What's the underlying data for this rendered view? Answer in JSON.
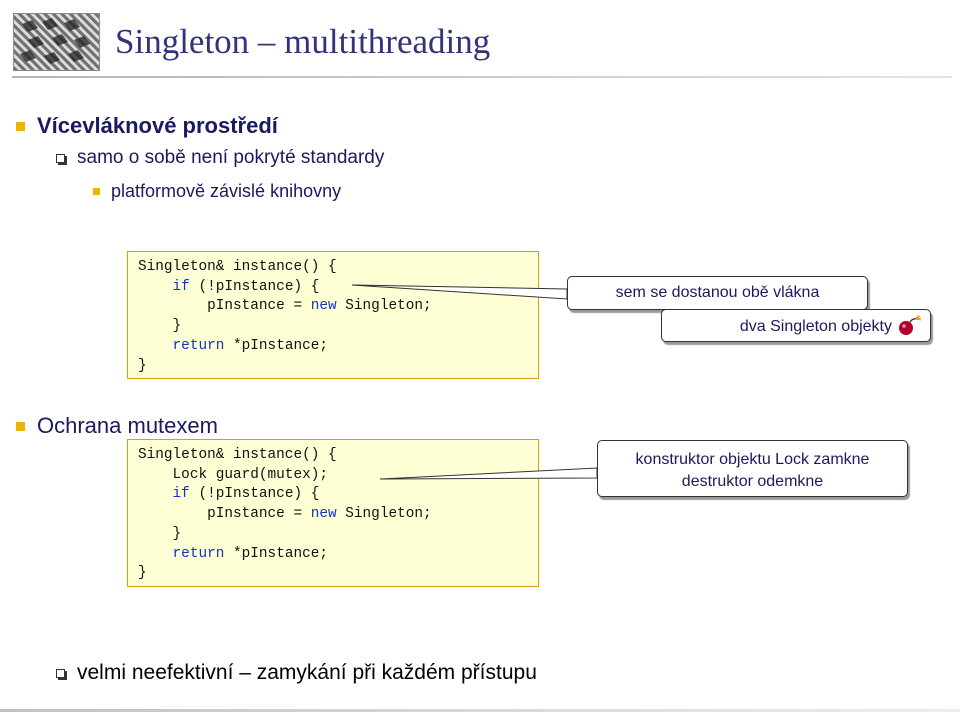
{
  "header": {
    "title": "Singleton – multithreading",
    "logo_icon": "puzzle-logo-icon"
  },
  "section1": {
    "heading": "Vícevláknové prostředí",
    "sub_item": "samo o sobě není pokryté standardy",
    "sub_sub_item": "platformově závislé knihovny"
  },
  "code1": {
    "lines": [
      "Singleton& instance() {",
      "    if (!pInstance) {",
      "        pInstance = new Singleton;",
      "    }",
      "    return *pInstance;",
      "}"
    ]
  },
  "callout1": {
    "line1": "sem se dostanou obě vlákna",
    "line2": "dva Singleton objekty",
    "icon": "bomb-icon"
  },
  "section2": {
    "heading": "Ochrana mutexem"
  },
  "code2": {
    "lines": [
      "Singleton& instance() {",
      "    Lock guard(mutex);",
      "    if (!pInstance) {",
      "        pInstance = new Singleton;",
      "    }",
      "    return *pInstance;",
      "}"
    ]
  },
  "callout2": {
    "line1": "konstruktor objektu Lock zamkne",
    "line2": "destruktor odemkne"
  },
  "footer_note": "velmi neefektivní – zamykání při každém přístupu",
  "colors": {
    "title": "#33337a",
    "text": "#1a1a60",
    "bullet": "#f0b400",
    "code_bg": "#ffffd6",
    "code_border": "#d9a300",
    "keyword": "#1034c4"
  }
}
